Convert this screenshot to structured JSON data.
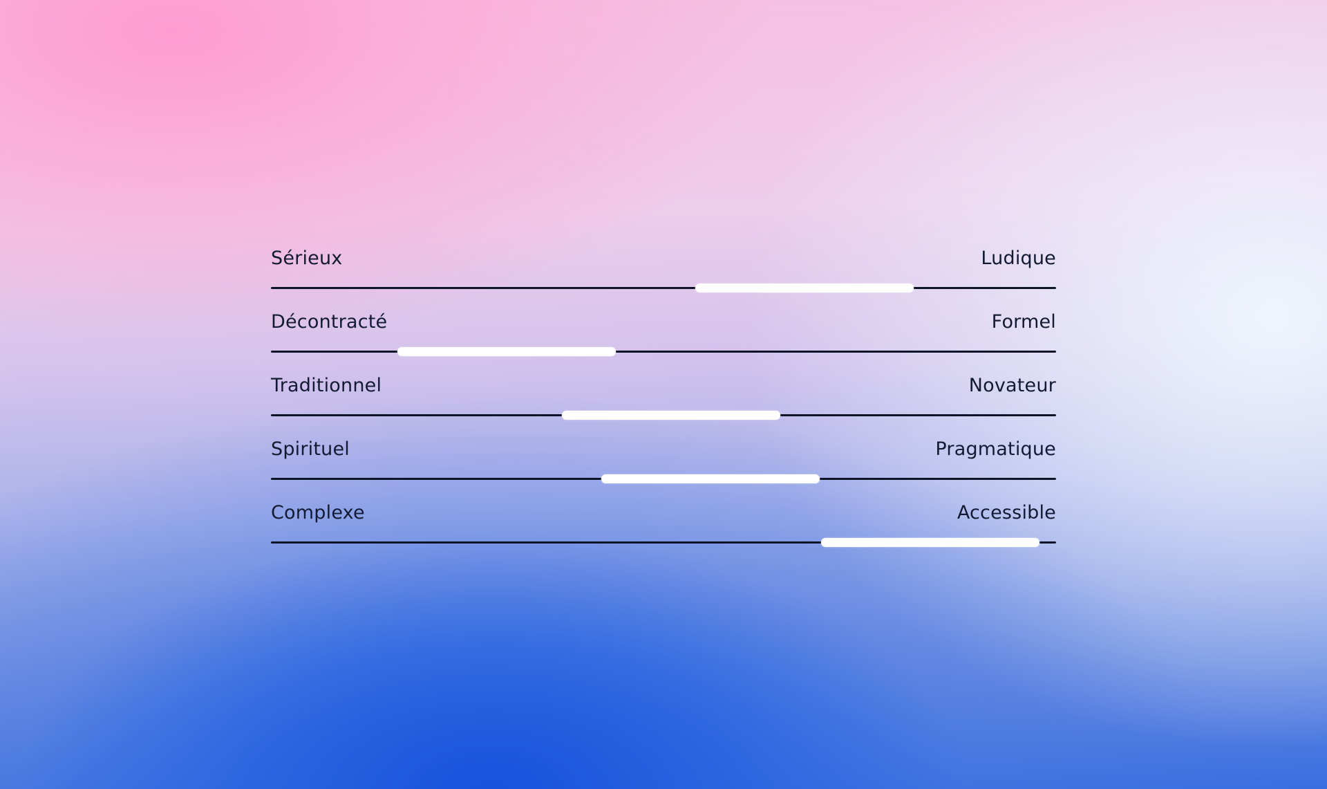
{
  "sliders": [
    {
      "left_label": "Sérieux",
      "right_label": "Ludique",
      "value": 0.68
    },
    {
      "left_label": "Décontracté",
      "right_label": "Formel",
      "value": 0.3
    },
    {
      "left_label": "Traditionnel",
      "right_label": "Novateur",
      "value": 0.51
    },
    {
      "left_label": "Spirituel",
      "right_label": "Pragmatique",
      "value": 0.56
    },
    {
      "left_label": "Complexe",
      "right_label": "Accessible",
      "value": 0.84
    }
  ],
  "colors": {
    "track": "#0e1428",
    "thumb": "#ffffff",
    "text": "#131a33"
  }
}
